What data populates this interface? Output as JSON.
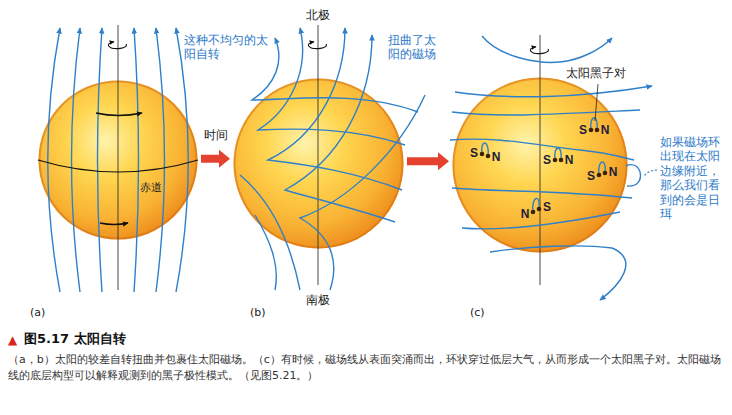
{
  "diagram": {
    "title": "图5.17 太阳自转",
    "caption": "（a，b）太阳的较差自转扭曲并包裹住太阳磁场。（c）有时候，磁场线从表面突涌而出，环状穿过低层大气，从而形成一个太阳黑子对。太阳磁场线的底层构型可以解释观测到的黑子极性模式。（见图5.21。）",
    "nodes": [
      {
        "text": [
          "赤道"
        ]
      },
      {
        "text": [
          "北极",
          "南极"
        ]
      },
      {
        "text": [
          "S",
          "N",
          "S",
          "N",
          "S",
          "N",
          "S",
          "N",
          "N",
          "S"
        ]
      }
    ],
    "edges": [
      {
        "from": 0,
        "to": 1,
        "arrow": "to",
        "label": "时间"
      },
      {
        "from": 1,
        "to": 2,
        "arrow": "to"
      }
    ],
    "labels": [
      "▲",
      "这种不均匀的太阳自转",
      "扭曲了太阳的磁场",
      "太阳黑子对",
      "如果磁场环出现在太阳边缘附近，那么我们看到的会是日珥",
      "(a)",
      "(b)",
      "(c)"
    ]
  }
}
